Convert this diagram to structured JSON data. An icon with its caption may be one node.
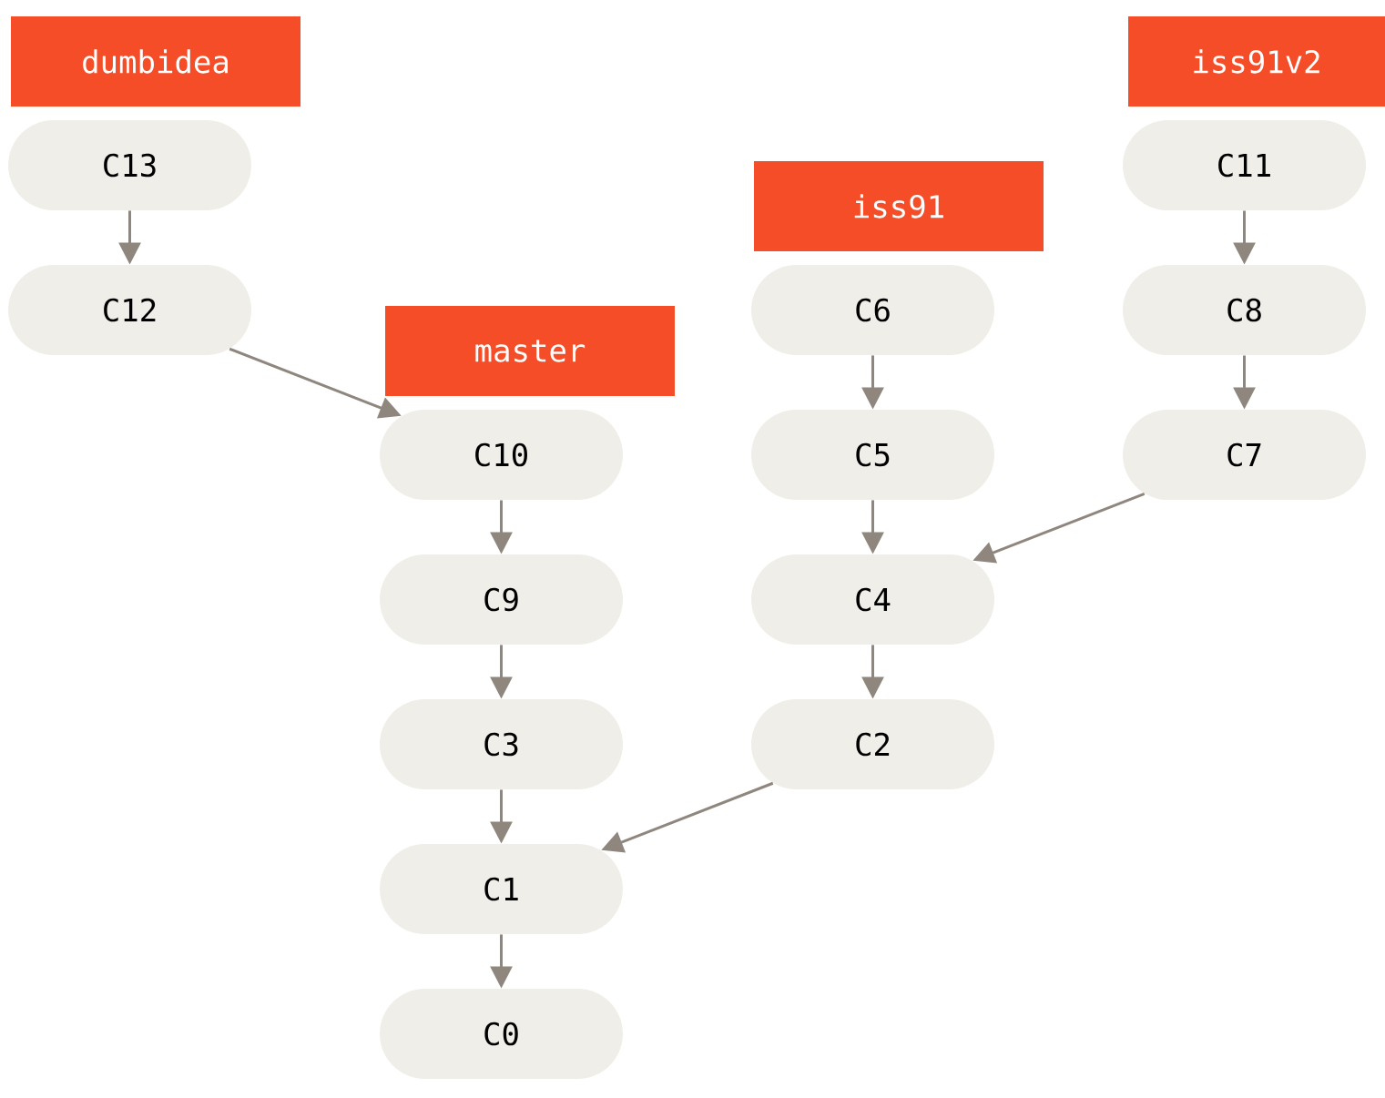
{
  "diagram": {
    "nodes": [
      {
        "text": [
          "dumbidea"
        ]
      },
      {
        "text": [
          "iss91v2"
        ]
      },
      {
        "text": [
          "C13"
        ]
      },
      {
        "text": [
          "C11"
        ]
      },
      {
        "text": [
          "iss91"
        ]
      },
      {
        "text": [
          "C12"
        ]
      },
      {
        "text": [
          "C6"
        ]
      },
      {
        "text": [
          "C8"
        ]
      },
      {
        "text": [
          "master"
        ]
      },
      {
        "text": [
          "C10"
        ]
      },
      {
        "text": [
          "C5"
        ]
      },
      {
        "text": [
          "C7"
        ]
      },
      {
        "text": [
          "C9"
        ]
      },
      {
        "text": [
          "C4"
        ]
      },
      {
        "text": [
          "C3"
        ]
      },
      {
        "text": [
          "C2"
        ]
      },
      {
        "text": [
          "C1"
        ]
      },
      {
        "text": [
          "C0"
        ]
      }
    ],
    "edges": [
      {
        "from": 2,
        "to": 5,
        "arrow": "to"
      },
      {
        "from": 5,
        "to": 9,
        "arrow": "to"
      },
      {
        "from": 3,
        "to": 7,
        "arrow": "to"
      },
      {
        "from": 7,
        "to": 11,
        "arrow": "to"
      },
      {
        "from": 11,
        "to": 13,
        "arrow": "to"
      },
      {
        "from": 6,
        "to": 10,
        "arrow": "to"
      },
      {
        "from": 10,
        "to": 13,
        "arrow": "to"
      },
      {
        "from": 13,
        "to": 15,
        "arrow": "to"
      },
      {
        "from": 15,
        "to": 16,
        "arrow": "to"
      },
      {
        "from": 9,
        "to": 12,
        "arrow": "to"
      },
      {
        "from": 12,
        "to": 14,
        "arrow": "to"
      },
      {
        "from": 14,
        "to": 16,
        "arrow": "to"
      },
      {
        "from": 16,
        "to": 17,
        "arrow": "to"
      }
    ]
  }
}
